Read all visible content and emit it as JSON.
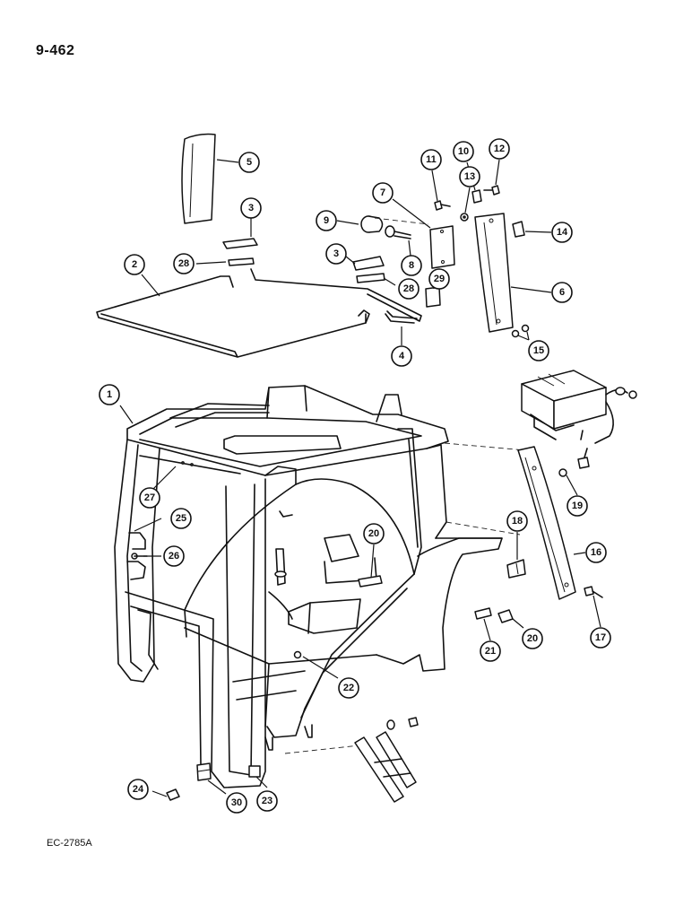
{
  "page": {
    "page_number": "9-462",
    "drawing_code": "EC-2785A"
  },
  "callouts": [
    "1",
    "2",
    "3",
    "3",
    "4",
    "5",
    "6",
    "7",
    "8",
    "9",
    "10",
    "11",
    "12",
    "13",
    "14",
    "15",
    "16",
    "17",
    "18",
    "19",
    "20",
    "20",
    "21",
    "22",
    "23",
    "24",
    "25",
    "26",
    "27",
    "28",
    "28",
    "29",
    "30"
  ]
}
